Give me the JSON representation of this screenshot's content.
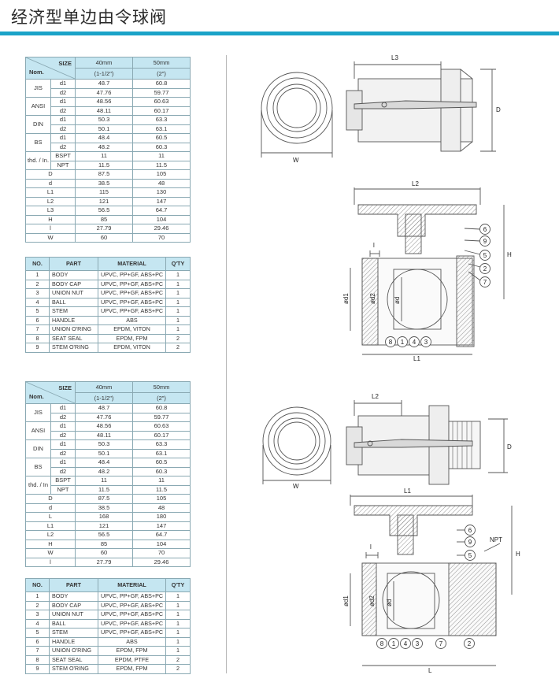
{
  "page": {
    "title": "经济型单边由令球阀"
  },
  "table1": {
    "header": {
      "size_label": "SIZE",
      "nom_label": "Nom.",
      "cols": [
        {
          "line1": "40mm",
          "line2": "(1-1/2\")"
        },
        {
          "line1": "50mm",
          "line2": "(2\")"
        }
      ]
    },
    "rows": [
      {
        "std": "JIS",
        "sub": "d1",
        "v1": "48.7",
        "v2": "60.8"
      },
      {
        "std": "",
        "sub": "d2",
        "v1": "47.76",
        "v2": "59.77"
      },
      {
        "std": "ANSI",
        "sub": "d1",
        "v1": "48.56",
        "v2": "60.63"
      },
      {
        "std": "",
        "sub": "d2",
        "v1": "48.11",
        "v2": "60.17"
      },
      {
        "std": "DIN",
        "sub": "d1",
        "v1": "50.3",
        "v2": "63.3"
      },
      {
        "std": "",
        "sub": "d2",
        "v1": "50.1",
        "v2": "63.1"
      },
      {
        "std": "BS",
        "sub": "d1",
        "v1": "48.4",
        "v2": "60.5"
      },
      {
        "std": "",
        "sub": "d2",
        "v1": "48.2",
        "v2": "60.3"
      },
      {
        "std": "thd. / In.",
        "sub": "BSPT",
        "v1": "11",
        "v2": "11"
      },
      {
        "std": "",
        "sub": "NPT",
        "v1": "11.5",
        "v2": "11.5"
      }
    ],
    "dims": [
      {
        "label": "D",
        "v1": "87.5",
        "v2": "105"
      },
      {
        "label": "d",
        "v1": "38.5",
        "v2": "48"
      },
      {
        "label": "L1",
        "v1": "115",
        "v2": "130"
      },
      {
        "label": "L2",
        "v1": "121",
        "v2": "147"
      },
      {
        "label": "L3",
        "v1": "56.5",
        "v2": "64.7"
      },
      {
        "label": "H",
        "v1": "85",
        "v2": "104"
      },
      {
        "label": "l",
        "v1": "27.79",
        "v2": "29.46"
      },
      {
        "label": "W",
        "v1": "60",
        "v2": "70"
      }
    ]
  },
  "parts1": {
    "headers": {
      "no": "NO.",
      "part": "PART",
      "material": "MATERIAL",
      "qty": "Q'TY"
    },
    "rows": [
      {
        "no": "1",
        "part": "BODY",
        "material": "UPVC, PP+GF, ABS+PC",
        "qty": "1"
      },
      {
        "no": "2",
        "part": "BODY CAP",
        "material": "UPVC, PP+GF, ABS+PC",
        "qty": "1"
      },
      {
        "no": "3",
        "part": "UNION NUT",
        "material": "UPVC, PP+GF, ABS+PC",
        "qty": "1"
      },
      {
        "no": "4",
        "part": "BALL",
        "material": "UPVC, PP+GF, ABS+PC",
        "qty": "1"
      },
      {
        "no": "5",
        "part": "STEM",
        "material": "UPVC, PP+GF, ABS+PC",
        "qty": "1"
      },
      {
        "no": "6",
        "part": "HANDLE",
        "material": "ABS",
        "qty": "1"
      },
      {
        "no": "7",
        "part": "UNION O'RING",
        "material": "EPDM, VITON",
        "qty": "1"
      },
      {
        "no": "8",
        "part": "SEAT SEAL",
        "material": "EPDM, FPM",
        "qty": "2"
      },
      {
        "no": "9",
        "part": "STEM O'RING",
        "material": "EPDM, VITON",
        "qty": "2"
      }
    ]
  },
  "table2": {
    "header": {
      "size_label": "SIZE",
      "nom_label": "Nom.",
      "cols": [
        {
          "line1": "40mm",
          "line2": "(1-1/2\")"
        },
        {
          "line1": "50mm",
          "line2": "(2\")"
        }
      ]
    },
    "rows": [
      {
        "std": "JIS",
        "sub": "d1",
        "v1": "48.7",
        "v2": "60.8"
      },
      {
        "std": "",
        "sub": "d2",
        "v1": "47.76",
        "v2": "59.77"
      },
      {
        "std": "ANSI",
        "sub": "d1",
        "v1": "48.56",
        "v2": "60.63"
      },
      {
        "std": "",
        "sub": "d2",
        "v1": "48.11",
        "v2": "60.17"
      },
      {
        "std": "DIN",
        "sub": "d1",
        "v1": "50.3",
        "v2": "63.3"
      },
      {
        "std": "",
        "sub": "d2",
        "v1": "50.1",
        "v2": "63.1"
      },
      {
        "std": "BS",
        "sub": "d1",
        "v1": "48.4",
        "v2": "60.5"
      },
      {
        "std": "",
        "sub": "d2",
        "v1": "48.2",
        "v2": "60.3"
      },
      {
        "std": "thd. / In",
        "sub": "BSPT",
        "v1": "11",
        "v2": "11"
      },
      {
        "std": "",
        "sub": "NPT",
        "v1": "11.5",
        "v2": "11.5"
      }
    ],
    "dims": [
      {
        "label": "D",
        "v1": "87.5",
        "v2": "105"
      },
      {
        "label": "d",
        "v1": "38.5",
        "v2": "48"
      },
      {
        "label": "L",
        "v1": "168",
        "v2": "180"
      },
      {
        "label": "L1",
        "v1": "121",
        "v2": "147"
      },
      {
        "label": "L2",
        "v1": "56.5",
        "v2": "64.7"
      },
      {
        "label": "H",
        "v1": "85",
        "v2": "104"
      },
      {
        "label": "W",
        "v1": "60",
        "v2": "70"
      },
      {
        "label": "l",
        "v1": "27.79",
        "v2": "29.46"
      }
    ]
  },
  "parts2": {
    "headers": {
      "no": "NO.",
      "part": "PART",
      "material": "MATERIAL",
      "qty": "Q'TY"
    },
    "rows": [
      {
        "no": "1",
        "part": "BODY",
        "material": "UPVC, PP+GF, ABS+PC",
        "qty": "1"
      },
      {
        "no": "2",
        "part": "BODY CAP",
        "material": "UPVC, PP+GF, ABS+PC",
        "qty": "1"
      },
      {
        "no": "3",
        "part": "UNION NUT",
        "material": "UPVC, PP+GF, ABS+PC",
        "qty": "1"
      },
      {
        "no": "4",
        "part": "BALL",
        "material": "UPVC, PP+GF, ABS+PC",
        "qty": "1"
      },
      {
        "no": "5",
        "part": "STEM",
        "material": "UPVC, PP+GF, ABS+PC",
        "qty": "1"
      },
      {
        "no": "6",
        "part": "HANDLE",
        "material": "ABS",
        "qty": "1"
      },
      {
        "no": "7",
        "part": "UNION O'RING",
        "material": "EPDM, FPM",
        "qty": "1"
      },
      {
        "no": "8",
        "part": "SEAT SEAL",
        "material": "EPDM, PTFE",
        "qty": "2"
      },
      {
        "no": "9",
        "part": "STEM O'RING",
        "material": "EPDM, FPM",
        "qty": "2"
      }
    ]
  },
  "drawings": {
    "top": {
      "dims": {
        "l3": "L3",
        "d": "D",
        "w": "W",
        "l2": "L2",
        "h": "H",
        "l": "l",
        "od1": "ød1",
        "od2": "ød2",
        "od": "ød",
        "l1": "L1"
      },
      "callouts_right": [
        "6",
        "9",
        "5",
        "2",
        "7"
      ],
      "callouts_bottom": [
        "8",
        "1",
        "4",
        "3"
      ]
    },
    "bottom": {
      "dims": {
        "l2": "L2",
        "d": "D",
        "w": "W",
        "l1": "L1",
        "h": "H",
        "l": "l",
        "npt": "NPT",
        "od1": "ød1",
        "od2": "ød2",
        "od": "ød",
        "lbot": "L"
      },
      "callouts_right": [
        "6",
        "9",
        "5"
      ],
      "callouts_bottom": [
        "8",
        "1",
        "4",
        "3",
        "7",
        "2"
      ]
    }
  },
  "colors": {
    "accent": "#1aa3c8",
    "header_fill": "#c5e6f1",
    "border": "#8aa9b3"
  }
}
